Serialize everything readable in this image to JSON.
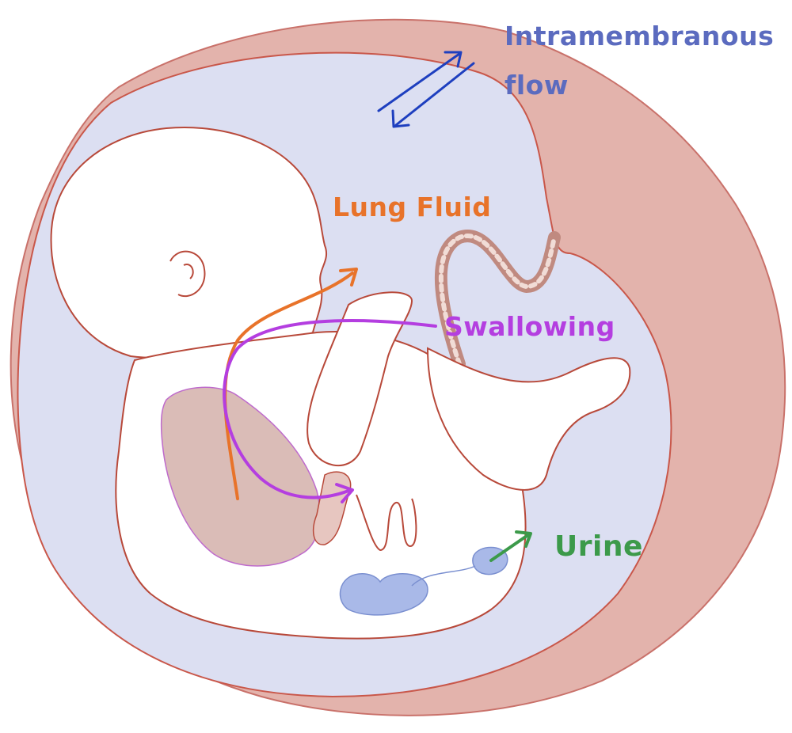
{
  "labels": {
    "intramembranous_line1": "Intramembranous",
    "intramembranous_line2": "flow",
    "lung_fluid": "Lung Fluid",
    "swallowing": "Swallowing",
    "urine": "Urine"
  },
  "colors": {
    "intramembranous": "#5b6bbf",
    "intramembranous_arrow": "#1e3fbf",
    "lung_fluid": "#e8732a",
    "swallowing": "#b43ee0",
    "urine": "#3c9a4a",
    "amniotic_fluid": "#dcdff2",
    "uterine_wall": "#e3b3ac",
    "outline": "#b8493a",
    "fetus_body": "#ffffff",
    "lung": "#c9a39e",
    "kidney": "#a9b9e8"
  }
}
